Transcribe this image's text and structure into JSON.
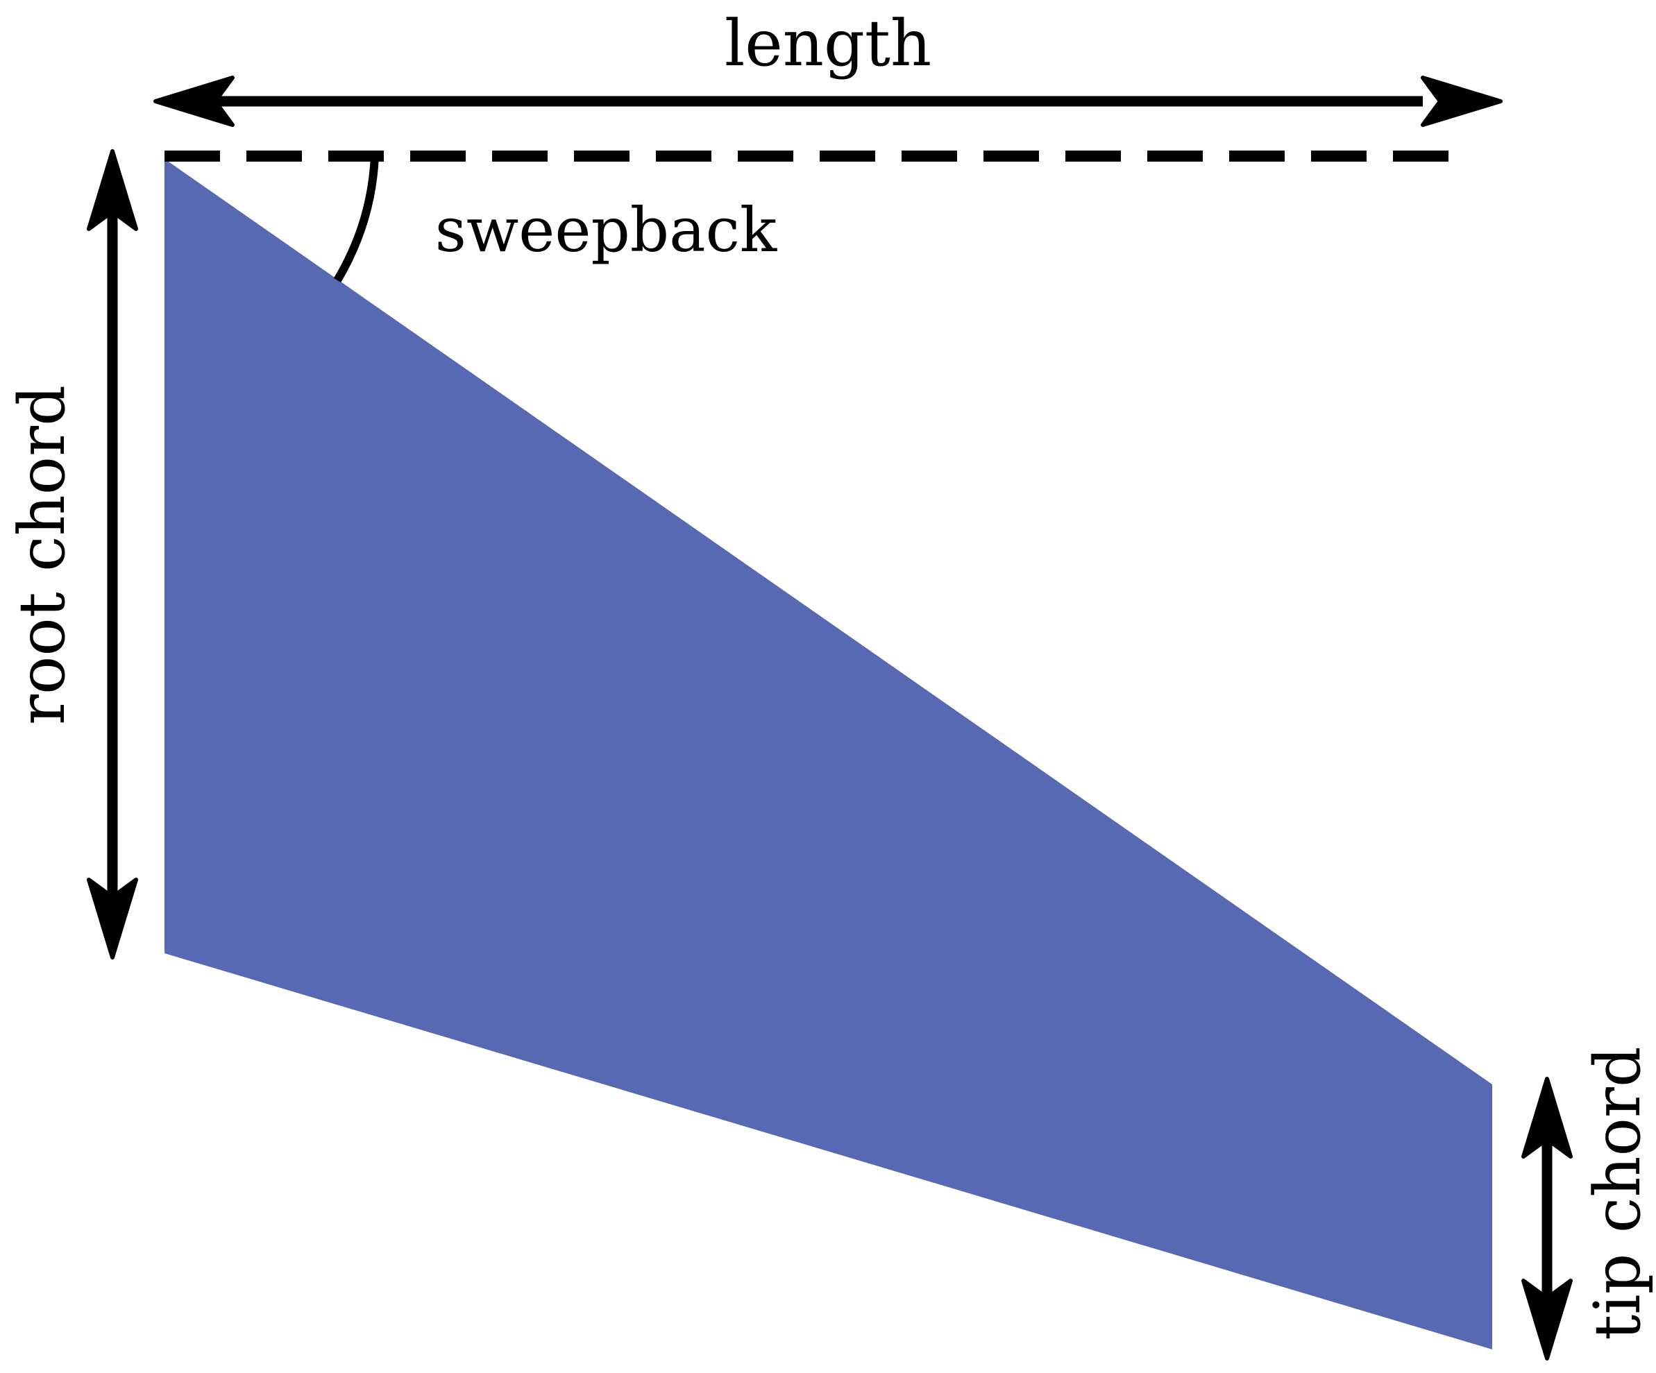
{
  "labels": {
    "length": "length",
    "sweepback": "sweepback",
    "root_chord": "root chord",
    "tip_chord": "tip chord"
  },
  "colors": {
    "wing_fill": "#5769B2",
    "ink": "#000000",
    "background": "#FFFFFF"
  }
}
